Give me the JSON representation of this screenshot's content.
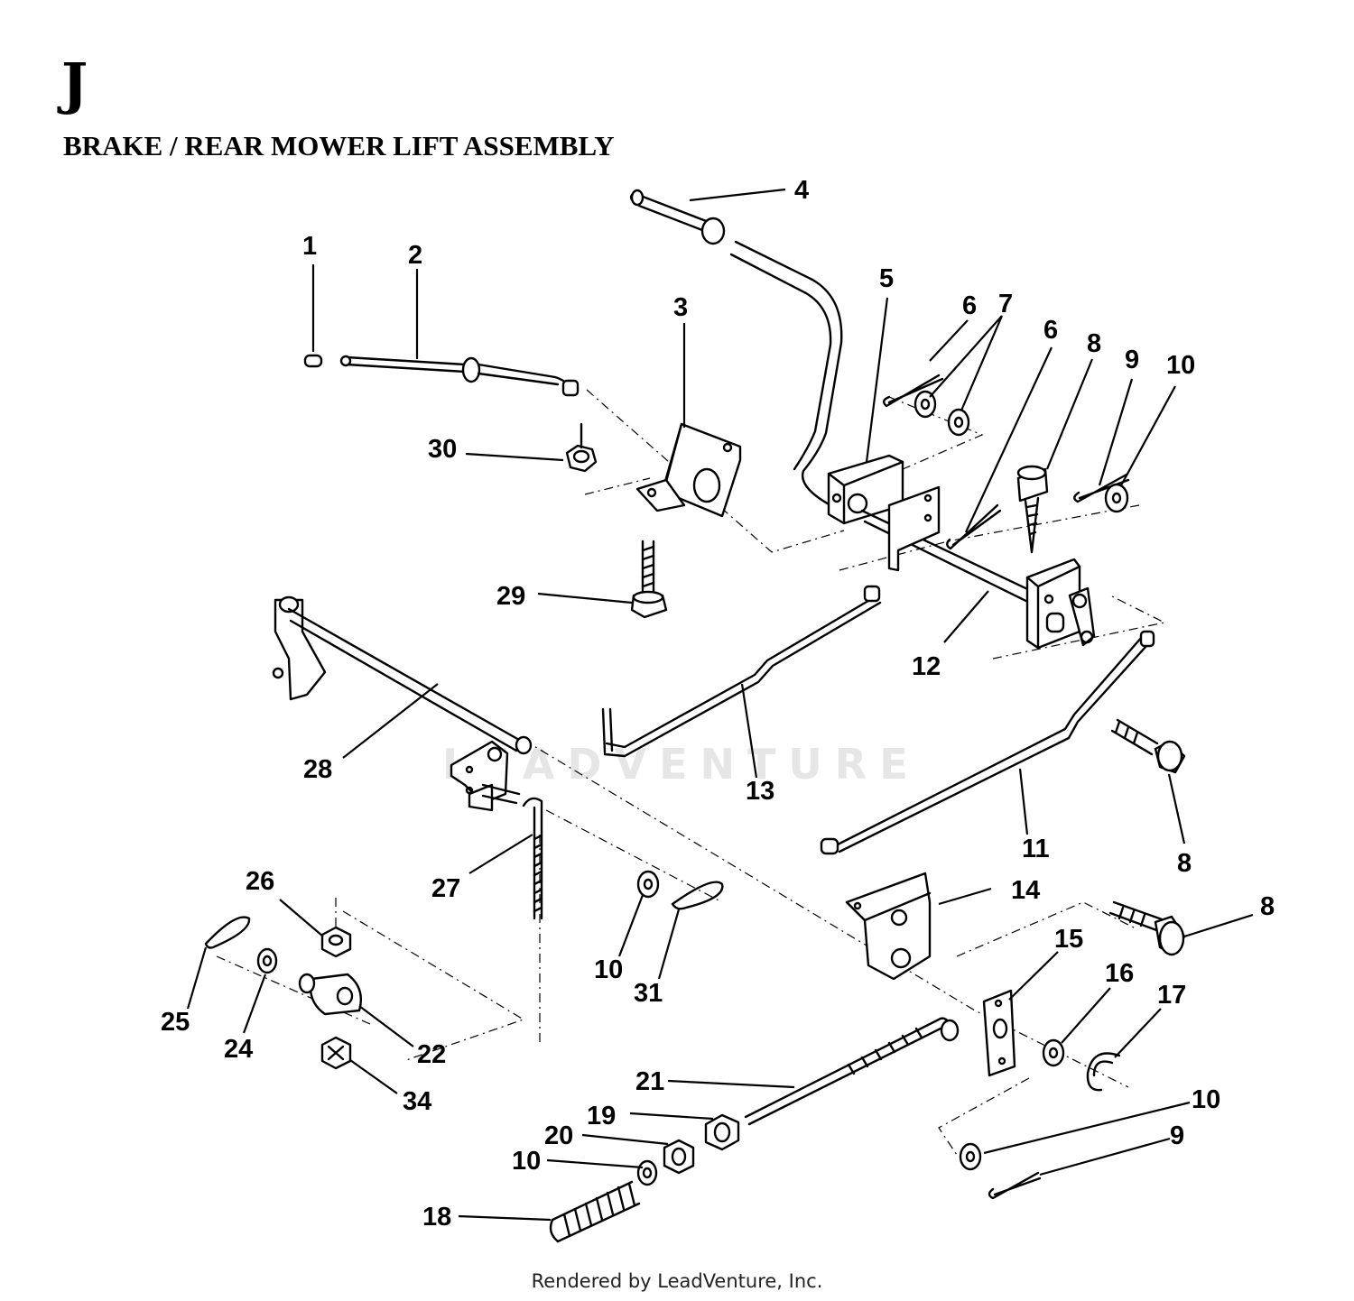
{
  "header": {
    "section_letter": "J",
    "title": "BRAKE / REAR MOWER LIFT ASSEMBLY"
  },
  "footer": {
    "rendered_by": "Rendered by LeadVenture, Inc."
  },
  "watermark": {
    "text": "LEADVENTURE"
  },
  "callouts": {
    "c1": "1",
    "c2": "2",
    "c3": "3",
    "c4": "4",
    "c5": "5",
    "c6a": "6",
    "c6b": "6",
    "c7": "7",
    "c8a": "8",
    "c8b": "8",
    "c8c": "8",
    "c9a": "9",
    "c9b": "9",
    "c10a": "10",
    "c10b": "10",
    "c10c": "10",
    "c10d": "10",
    "c11": "11",
    "c12": "12",
    "c13": "13",
    "c14": "14",
    "c15": "15",
    "c16": "16",
    "c17": "17",
    "c18": "18",
    "c19": "19",
    "c20": "20",
    "c21": "21",
    "c22": "22",
    "c24": "24",
    "c25": "25",
    "c26": "26",
    "c27": "27",
    "c28": "28",
    "c29": "29",
    "c30": "30",
    "c31": "31",
    "c34": "34"
  },
  "colors": {
    "ink": "#000000",
    "paper": "#ffffff",
    "watermark": "#e6e6e6"
  }
}
